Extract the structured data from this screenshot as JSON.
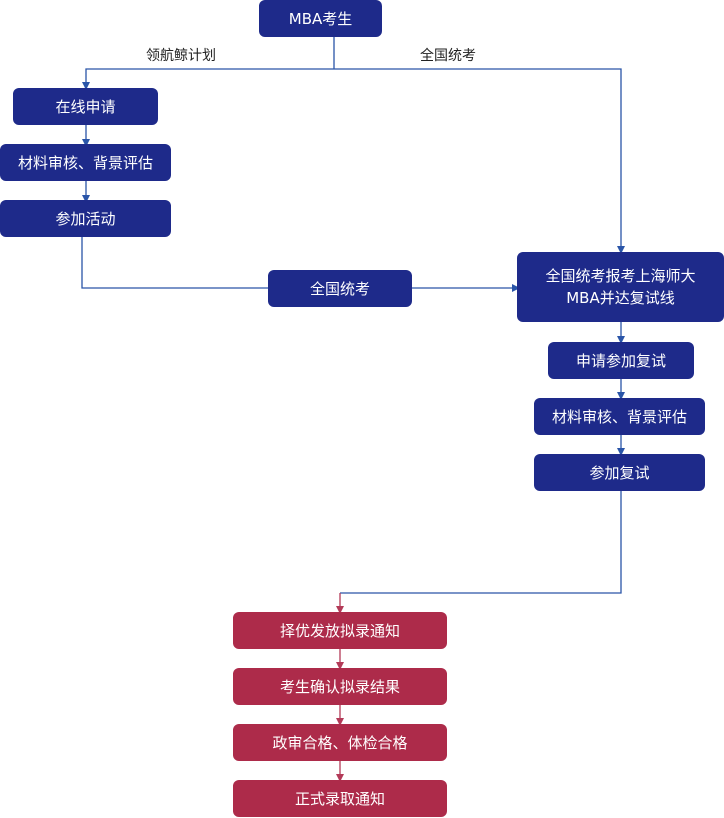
{
  "colors": {
    "blue_node": "#1e2a8a",
    "red_node": "#ad2b4a",
    "blue_line": "#2a55a8",
    "red_line": "#b33a58"
  },
  "nodes": {
    "start": "MBA考生",
    "left_1": "在线申请",
    "left_2": "材料审核、背景评估",
    "left_3": "参加活动",
    "mid_exam": "全国统考",
    "right_1_line1": "全国统考报考上海师大",
    "right_1_line2": "MBA并达复试线",
    "right_2": "申请参加复试",
    "right_3": "材料审核、背景评估",
    "right_4": "参加复试",
    "final_1": "择优发放拟录通知",
    "final_2": "考生确认拟录结果",
    "final_3": "政审合格、体检合格",
    "final_4": "正式录取通知"
  },
  "branch_labels": {
    "left": "领航鲸计划",
    "right": "全国统考"
  }
}
